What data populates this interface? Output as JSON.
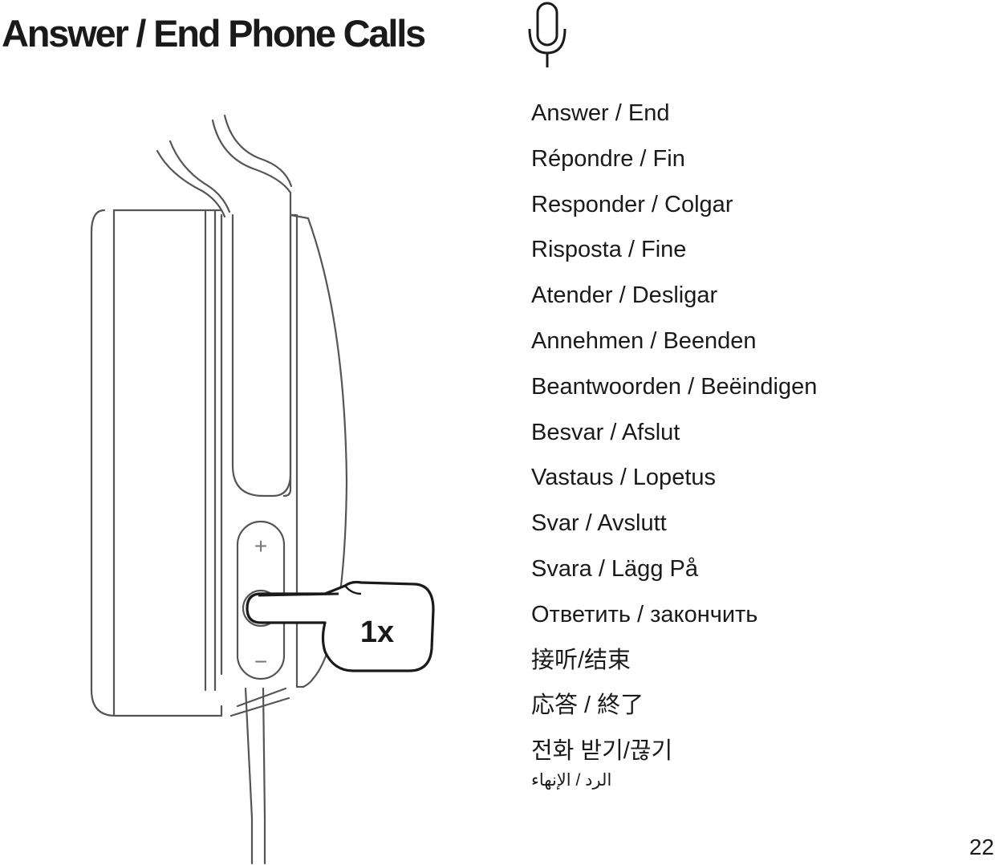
{
  "title": "Answer / End Phone Calls",
  "illustration": {
    "press_count": "1x",
    "plus_symbol": "+",
    "minus_symbol": "−"
  },
  "translations": [
    "Answer / End",
    "Répondre / Fin",
    "Responder / Colgar",
    "Risposta / Fine",
    "Atender / Desligar",
    "Annehmen / Beenden",
    "Beantwoorden / Beëindigen",
    "Besvar / Afslut",
    "Vastaus / Lopetus",
    "Svar / Avslutt",
    "Svara / Lägg På",
    "Ответить / закончить",
    "接听/结束",
    "応答 / 終了",
    "전화 받기/끊기",
    "الرد / الإنهاء"
  ],
  "page_number": "22",
  "icons": {
    "microphone": "microphone-icon"
  }
}
